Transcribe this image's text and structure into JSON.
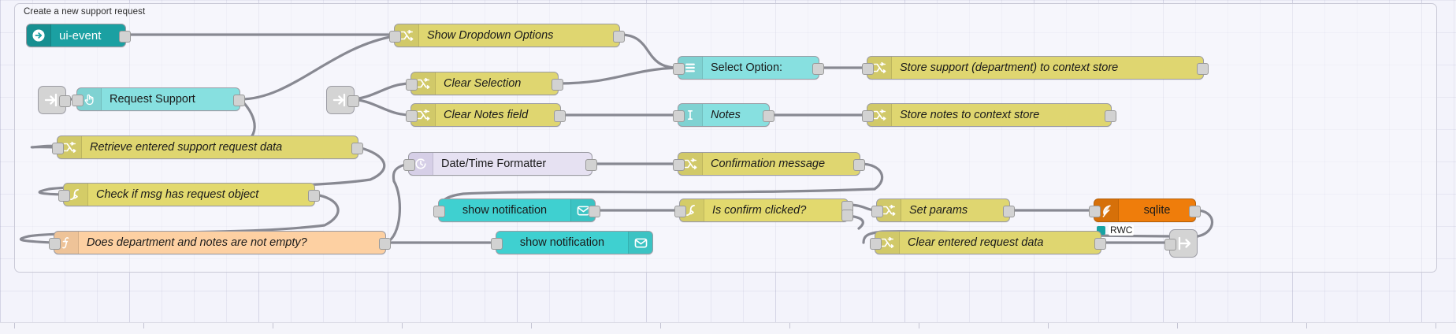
{
  "workspace": {
    "group_label": "Create a new support request",
    "background": "#f3f3fb",
    "wire_color": "#888992"
  },
  "palette_colors": {
    "change": "#dfd670",
    "switch": "#e2d96e",
    "function": "#fdd0a2",
    "ui_widget": "#87e0e0",
    "ui_event": "#1ba0a2",
    "notification": "#3fd0d0",
    "datetime": "#e6e1f2",
    "sqlite": "#ef7d0b",
    "link": "#d4d4d4",
    "status_badge": "#17a3a3"
  },
  "nodes": [
    {
      "id": "ui-event",
      "label": "ui-event",
      "icon": "arrow-right-circle-icon",
      "type": "ui-event"
    },
    {
      "id": "show-dropdown",
      "label": "Show Dropdown Options",
      "icon": "change-icon",
      "type": "change"
    },
    {
      "id": "link-in-1",
      "label": "",
      "icon": "link-in-icon",
      "type": "link-in"
    },
    {
      "id": "request-support",
      "label": "Request Support",
      "icon": "hand-pointer-icon",
      "type": "ui-button"
    },
    {
      "id": "link-in-2",
      "label": "",
      "icon": "link-in-icon",
      "type": "link-in"
    },
    {
      "id": "clear-selection",
      "label": "Clear Selection",
      "icon": "change-icon",
      "type": "change"
    },
    {
      "id": "clear-notes",
      "label": "Clear Notes field",
      "icon": "change-icon",
      "type": "change"
    },
    {
      "id": "select-option",
      "label": "Select Option:",
      "icon": "dropdown-list-icon",
      "type": "ui-dropdown"
    },
    {
      "id": "notes",
      "label": "Notes",
      "icon": "text-cursor-icon",
      "type": "ui-text-input"
    },
    {
      "id": "store-support",
      "label": "Store support (department) to context store",
      "icon": "change-icon",
      "type": "change"
    },
    {
      "id": "store-notes",
      "label": "Store notes to context store",
      "icon": "change-icon",
      "type": "change"
    },
    {
      "id": "retrieve-data",
      "label": "Retrieve entered support request data",
      "icon": "change-icon",
      "type": "change"
    },
    {
      "id": "check-request",
      "label": "Check if msg has request object",
      "icon": "switch-icon",
      "type": "switch"
    },
    {
      "id": "dept-not-empty",
      "label": "Does department and notes are not empty?",
      "icon": "function-icon",
      "type": "function"
    },
    {
      "id": "datetime",
      "label": "Date/Time Formatter",
      "icon": "clock-icon",
      "type": "datetime"
    },
    {
      "id": "confirm-msg",
      "label": "Confirmation message",
      "icon": "change-icon",
      "type": "change"
    },
    {
      "id": "notify-top",
      "label": "show notification",
      "icon": "envelope-icon",
      "type": "notification"
    },
    {
      "id": "notify-bottom",
      "label": "show notification",
      "icon": "envelope-icon",
      "type": "notification"
    },
    {
      "id": "is-confirm",
      "label": "Is confirm clicked?",
      "icon": "switch-icon",
      "type": "switch"
    },
    {
      "id": "set-params",
      "label": "Set params",
      "icon": "change-icon",
      "type": "change"
    },
    {
      "id": "sqlite",
      "label": "sqlite",
      "icon": "feather-icon",
      "type": "sqlite"
    },
    {
      "id": "clear-entered",
      "label": "Clear entered request data",
      "icon": "change-icon",
      "type": "change"
    },
    {
      "id": "link-out-1",
      "label": "",
      "icon": "link-out-icon",
      "type": "link-out"
    }
  ],
  "status": {
    "sqlite_badge": "RWC"
  }
}
